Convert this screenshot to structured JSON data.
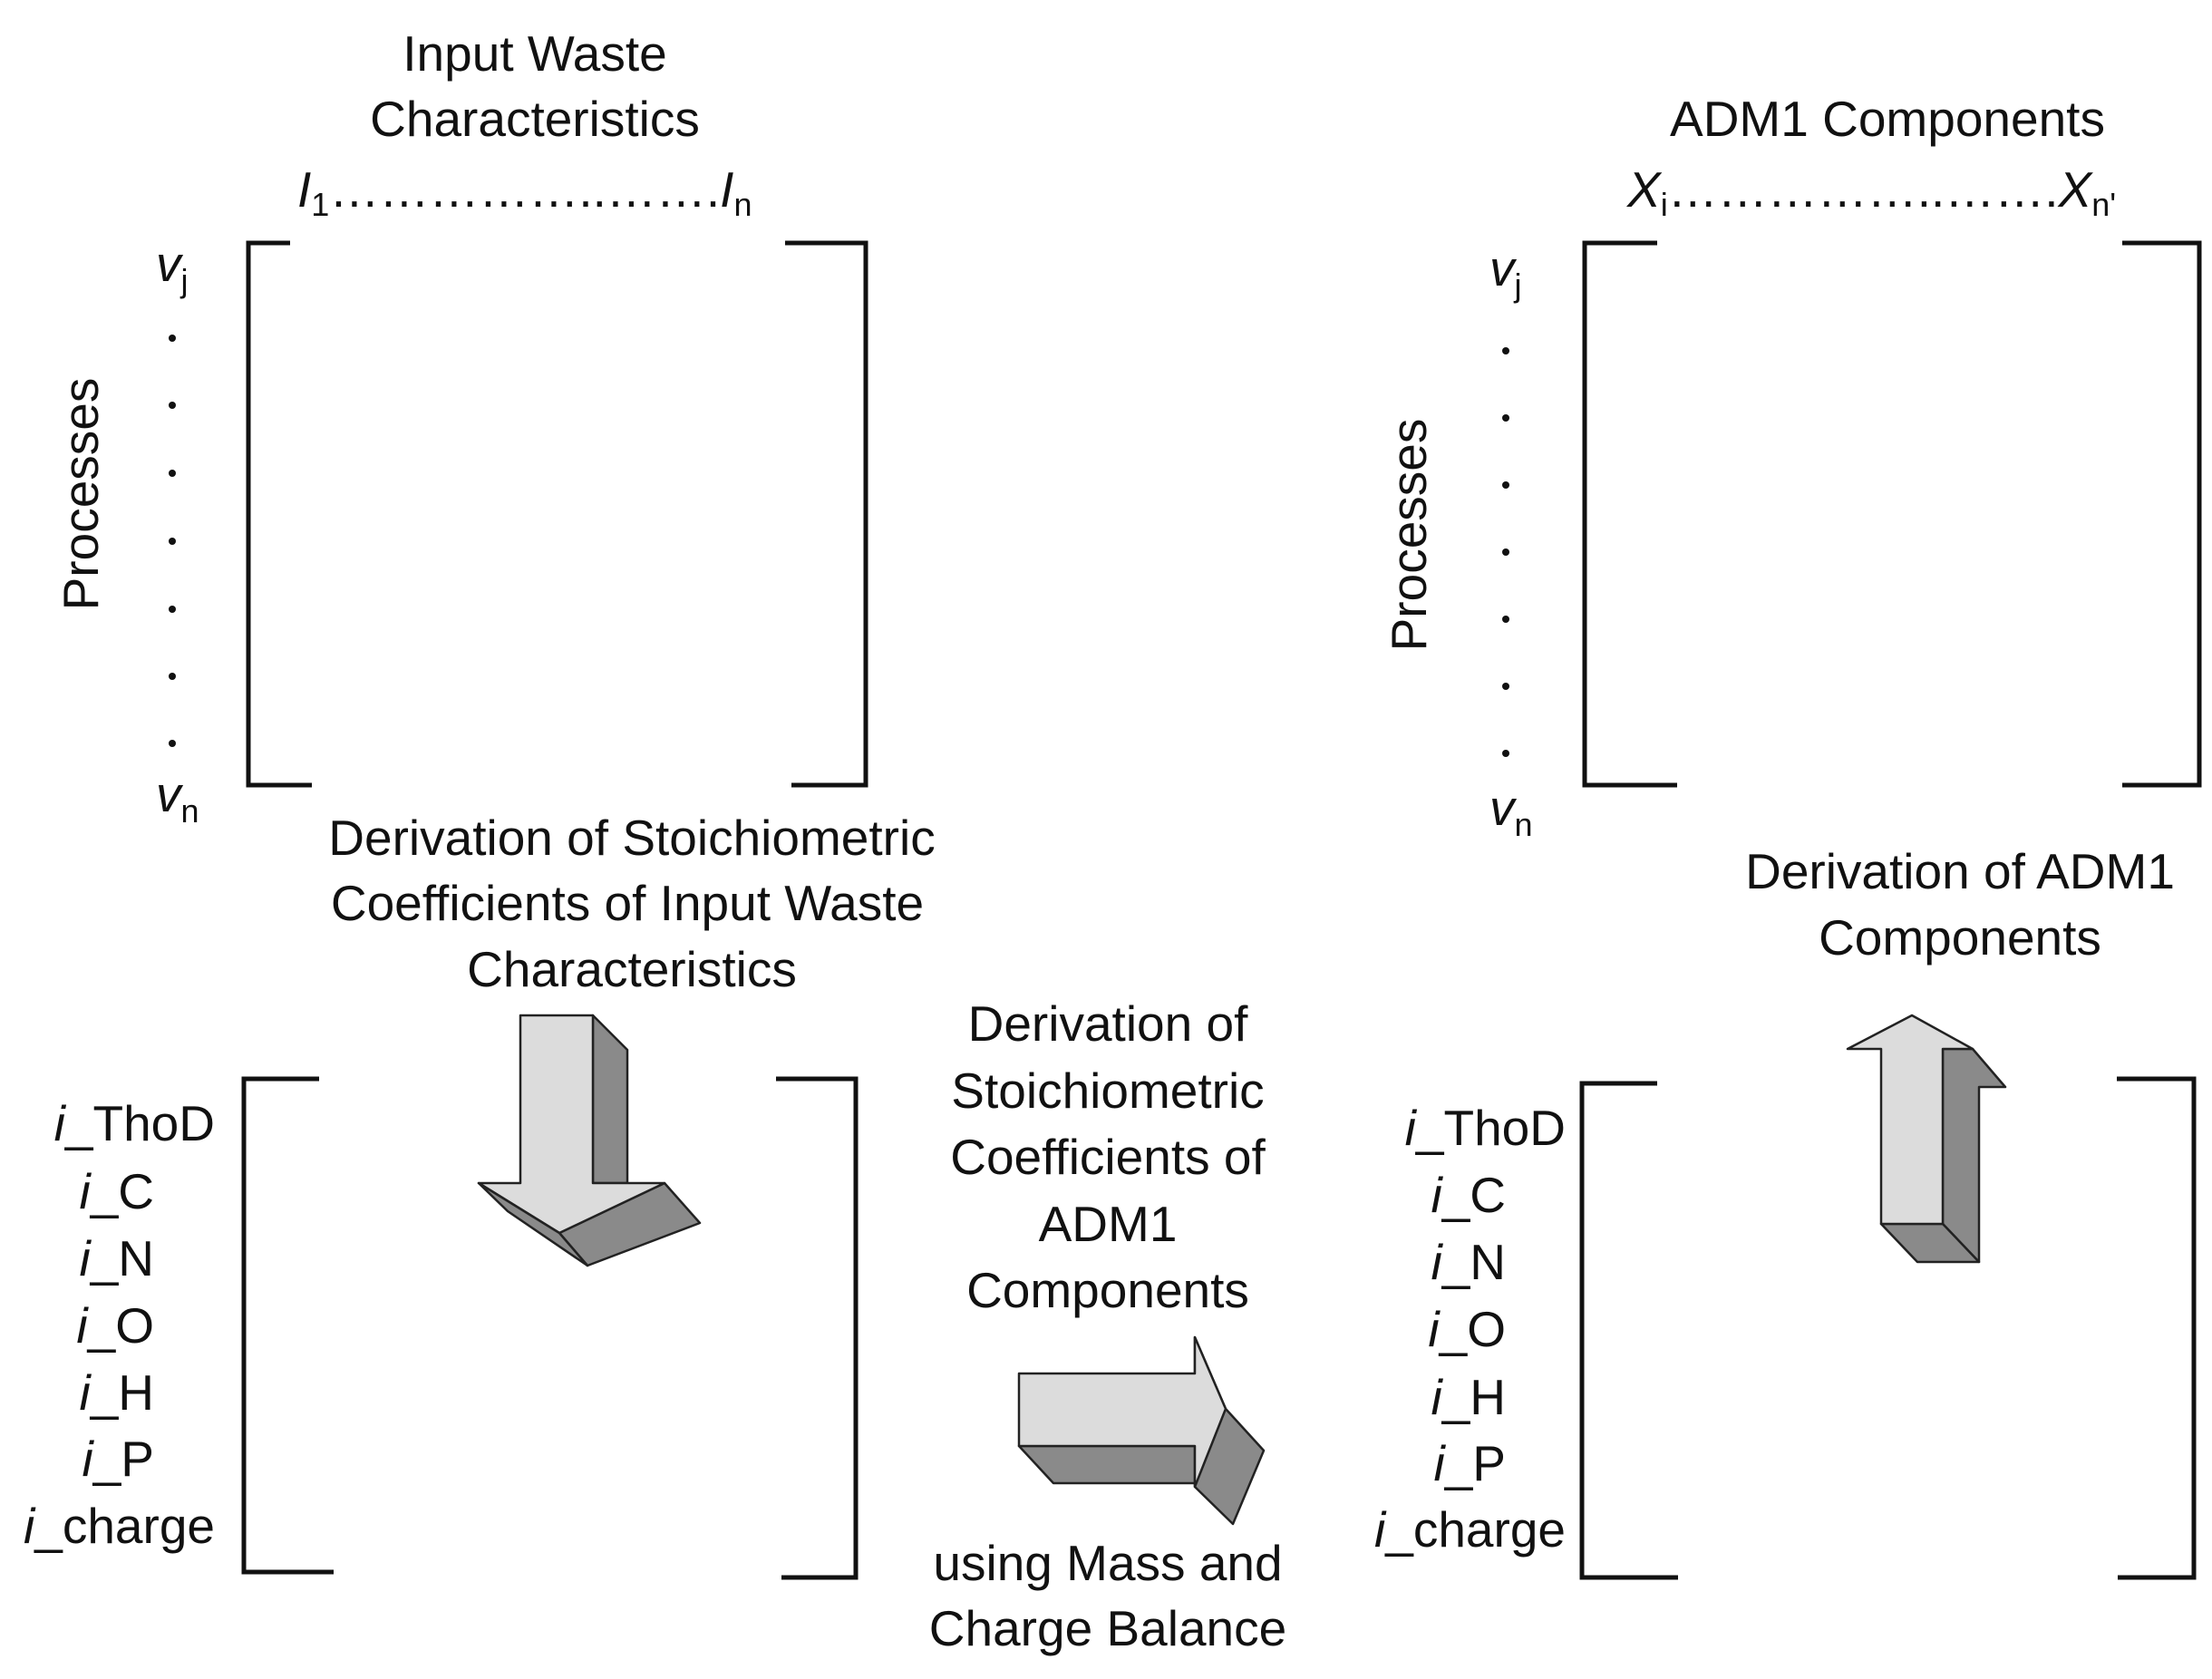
{
  "left_matrix": {
    "title_line1": "Input Waste",
    "title_line2": "Characteristics",
    "col_start": "I",
    "col_start_sub": "1",
    "col_end": "I",
    "col_end_sub": "n",
    "col_dots": "……………..…….",
    "axis_label": "Processes",
    "row_start": "v",
    "row_start_sub": "j",
    "row_end": "v",
    "row_end_sub": "n"
  },
  "right_matrix": {
    "title": "ADM1 Components",
    "col_start": "X",
    "col_start_sub": "i",
    "col_end": "X",
    "col_end_sub": "n'",
    "col_dots": "……………..…….",
    "axis_label": "Processes",
    "row_start": "v",
    "row_start_sub": "j",
    "row_end": "v",
    "row_end_sub": "n"
  },
  "step_down": {
    "line1": "Derivation of Stoichiometric",
    "line2": "Coefficients of Input Waste",
    "line3": "Characteristics"
  },
  "step_across": {
    "line1": "Derivation of",
    "line2": "Stoichiometric",
    "line3": "Coefficients of",
    "line4": "ADM1",
    "line5": "Components",
    "below1": "using Mass and",
    "below2": "Charge Balance"
  },
  "step_up": {
    "line1": "Derivation of ADM1",
    "line2": "Components"
  },
  "element_rows": {
    "prefix": "i",
    "labels": [
      "_ThoD",
      "_C",
      "_N",
      "_O",
      "_H",
      "_P",
      "_charge"
    ]
  },
  "colors": {
    "arrow_light": "#dcdcdc",
    "arrow_dark": "#8a8a8a",
    "line": "#111111"
  }
}
